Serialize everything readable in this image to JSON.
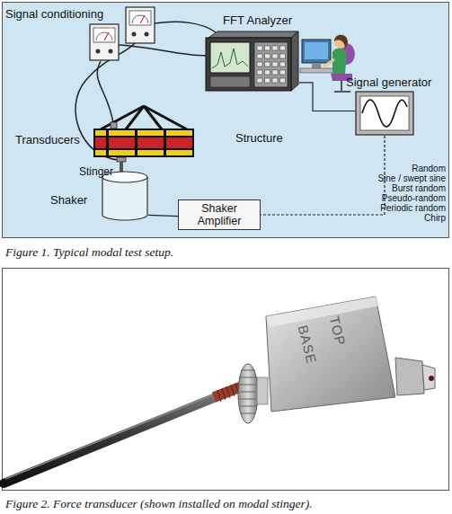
{
  "diagram": {
    "nodes": [
      {
        "text": [
          "FFT Analyzer"
        ]
      },
      {
        "text": [
          "Signal generator"
        ]
      },
      {
        "text": [
          "Shaker Amplifier"
        ]
      },
      {
        "text": [
          "Shaker"
        ]
      }
    ],
    "edges": [
      {
        "from": 2,
        "to": 3,
        "arrow": "none"
      },
      {
        "from": 1,
        "to": 2,
        "arrow": "none"
      },
      {
        "from": 0,
        "to": 1,
        "arrow": "none"
      }
    ],
    "labels": [
      "Signal conditioning",
      "Transducers",
      "Stinger",
      "Structure",
      "Random",
      "Sine / swept sine",
      "Burst random",
      "Pseudo-random",
      "Periodic random",
      "Chirp",
      "Figure 1. Typical modal test setup.",
      "TOP",
      "BASE",
      "Figure 2. Force transducer (shown installed on modal stinger)."
    ]
  }
}
